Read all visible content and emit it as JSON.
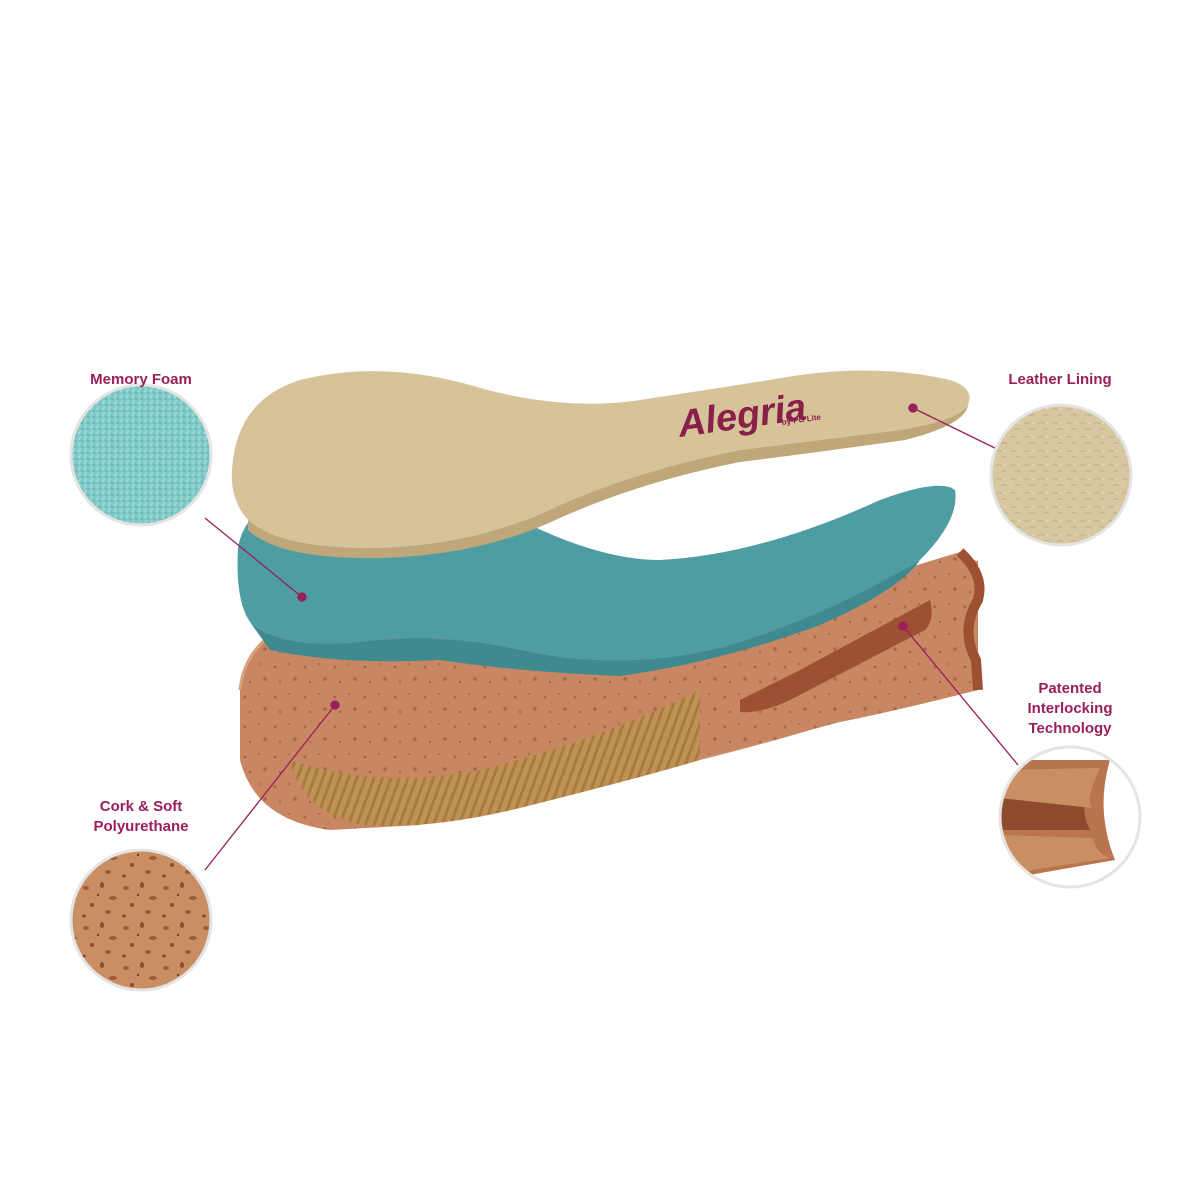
{
  "colors": {
    "label": "#9a1f5c",
    "leader_line": "#9a1f5c",
    "leather": "#d6c39a",
    "memory_foam": "#4b9a9f",
    "cork": "#c27c55",
    "outsole": "#b98a4f",
    "circle_border": "#e4e4e4"
  },
  "brand": {
    "name": "Alegria",
    "tagline": "by PG Lite"
  },
  "callouts": {
    "memory_foam": {
      "label": "Memory Foam"
    },
    "leather_lining": {
      "label": "Leather Lining"
    },
    "patented": {
      "line1": "Patented",
      "line2": "Interlocking",
      "line3": "Technology"
    },
    "cork": {
      "line1": "Cork & Soft",
      "line2": "Polyurethane"
    }
  },
  "layers": [
    {
      "name": "Leather Lining",
      "icon": "leather-layer"
    },
    {
      "name": "Memory Foam",
      "icon": "foam-layer"
    },
    {
      "name": "Cork & Soft Polyurethane",
      "icon": "cork-layer"
    }
  ]
}
